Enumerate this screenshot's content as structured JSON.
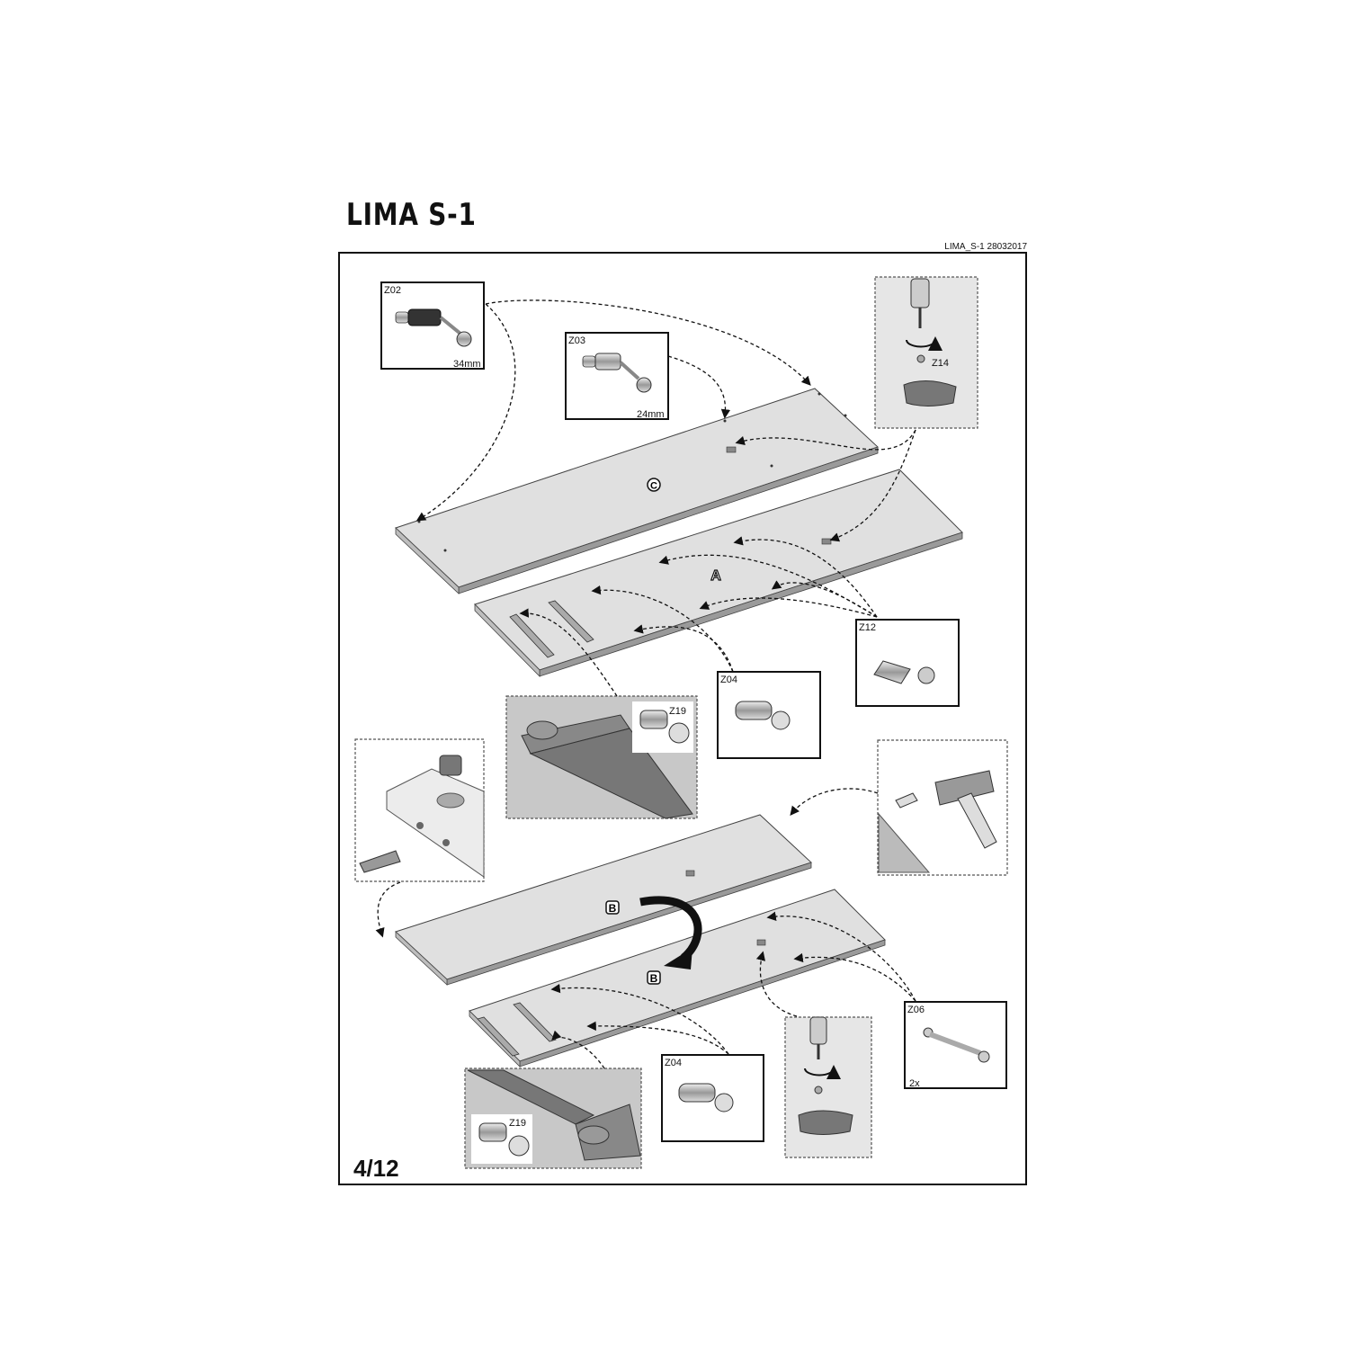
{
  "header": {
    "title": "LIMA  S-1",
    "doc_ref": "LIMA_S-1 28032017"
  },
  "page_number": "4/12",
  "parts": {
    "z02": {
      "code": "Z02",
      "size": "34mm"
    },
    "z03": {
      "code": "Z03",
      "size": "24mm"
    },
    "z14": {
      "code": "Z14"
    },
    "z12": {
      "code": "Z12"
    },
    "z04_top": {
      "code": "Z04"
    },
    "z19_top": {
      "code": "Z19"
    },
    "z06": {
      "code": "Z06",
      "qty": "2x"
    },
    "z04_bottom": {
      "code": "Z04"
    },
    "z19_bottom": {
      "code": "Z19"
    }
  },
  "panels": {
    "c": "C",
    "a": "A",
    "b_top": "B",
    "b_bottom": "B"
  }
}
